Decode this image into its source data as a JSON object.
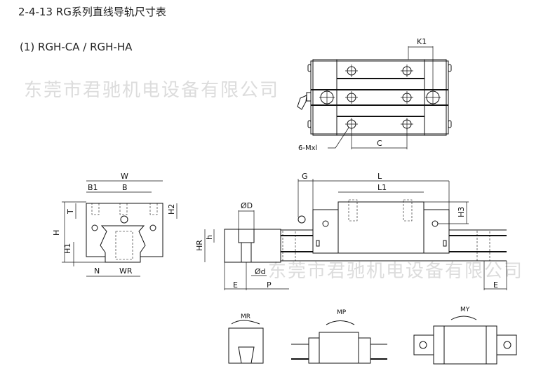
{
  "header": {
    "title": "2-4-13 RG系列直线导轨尺寸表",
    "subtitle": "(1) RGH-CA / RGH-HA"
  },
  "watermarks": [
    "东莞市君驰机电设备有限公司",
    "东莞市君驰机电设备有限公司"
  ],
  "top_view": {
    "labels": {
      "k1": "K1",
      "c": "C",
      "holes": "6-Mxl"
    }
  },
  "front_view": {
    "labels": {
      "w": "W",
      "b1": "B1",
      "b": "B",
      "t": "T",
      "h": "H",
      "h1": "H1",
      "h2": "H2",
      "n": "N",
      "wr": "WR"
    }
  },
  "rail_section": {
    "labels": {
      "od": "ØD",
      "h": "h",
      "hr": "HR",
      "id": "Ød",
      "e": "E",
      "p": "P"
    }
  },
  "side_view": {
    "labels": {
      "g": "G",
      "l": "L",
      "l1": "L1",
      "h3": "H3",
      "e": "E"
    }
  },
  "moments": {
    "labels": {
      "mr": "MR",
      "mp": "MP",
      "my": "MY"
    }
  },
  "colors": {
    "line": "#111111",
    "watermark": "#dcdcdc",
    "text": "#222222"
  }
}
